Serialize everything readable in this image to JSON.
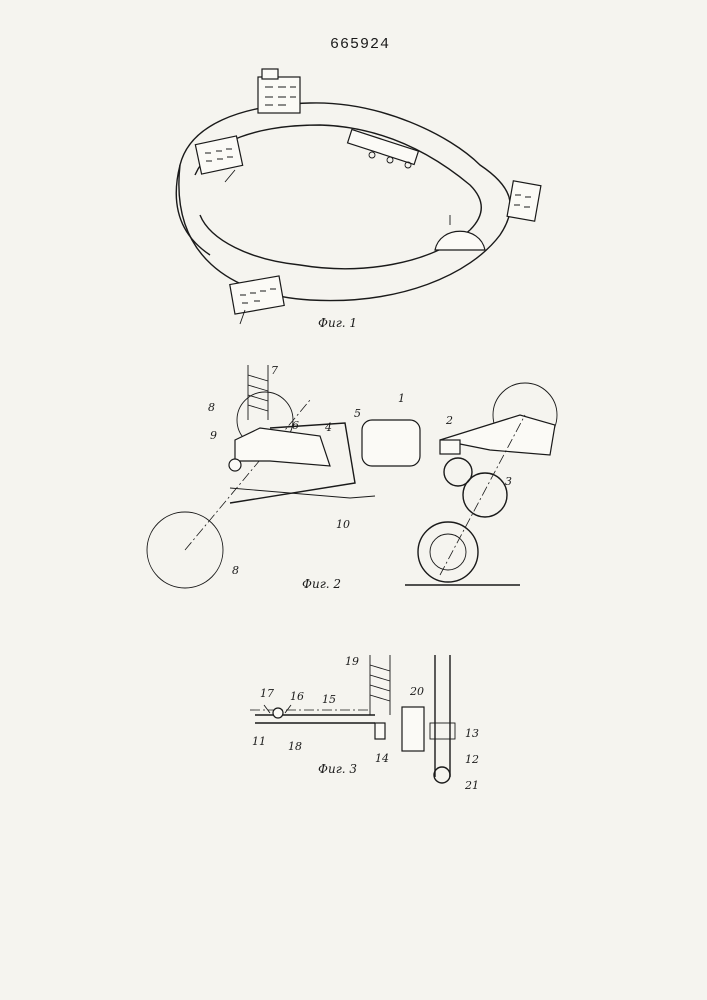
{
  "patent_number": "665924",
  "figures": [
    {
      "id": "fig1",
      "caption": "Фиг. 1"
    },
    {
      "id": "fig2",
      "caption": "Фиг. 2"
    },
    {
      "id": "fig3",
      "caption": "Фиг. 3"
    }
  ],
  "fig2_labels": [
    "1",
    "2",
    "3",
    "4",
    "5",
    "6",
    "7",
    "8",
    "8",
    "9",
    "10"
  ],
  "fig3_labels": [
    "11",
    "12",
    "13",
    "14",
    "15",
    "16",
    "17",
    "18",
    "19",
    "20",
    "21"
  ]
}
